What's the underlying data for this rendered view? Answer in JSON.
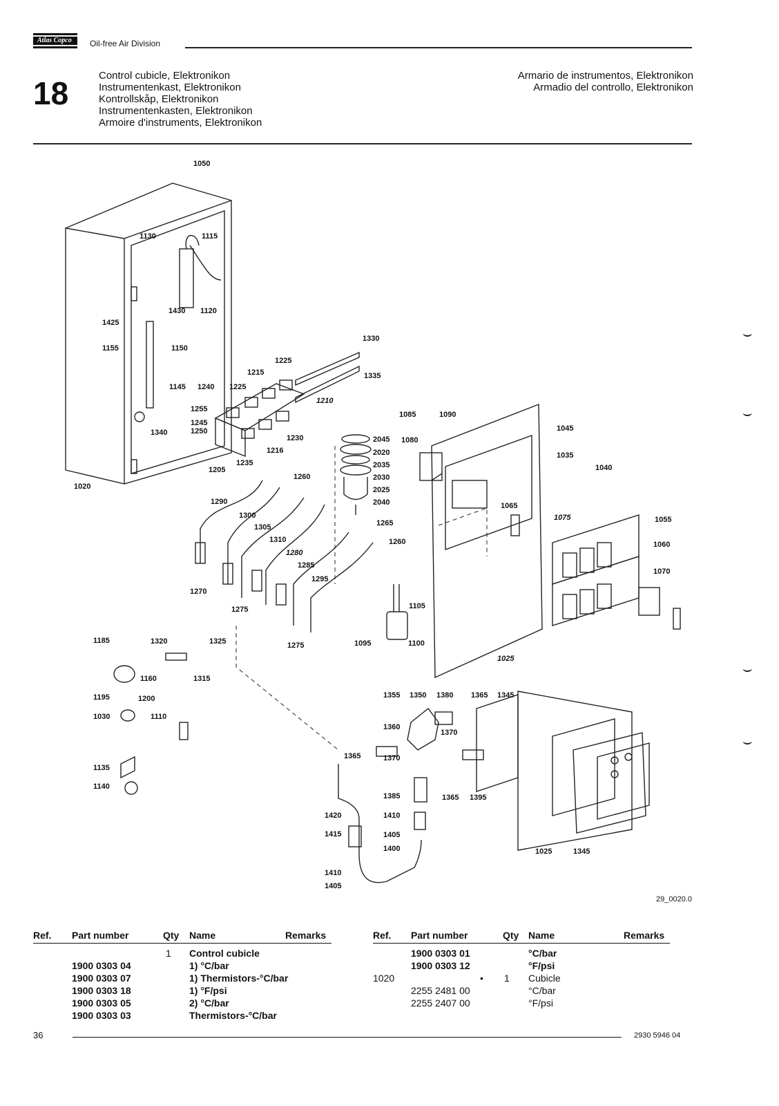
{
  "header": {
    "logo_text": "Atlas Copco",
    "division": "Oil-free Air Division",
    "chapter": "18",
    "titles_left": [
      "Control cubicle, Elektronikon",
      "Instrumentenkast, Elektronikon",
      "Kontrollskåp, Elektronikon",
      "Instrumentenkasten, Elektronikon",
      "Armoire d'instruments, Elektronikon"
    ],
    "titles_right": [
      "Armario de instrumentos, Elektronikon",
      "Armadio del controllo, Elektronikon"
    ]
  },
  "figure": {
    "reference": "29_0020.0",
    "callouts": [
      "1050",
      "1130",
      "1115",
      "1430",
      "1120",
      "1425",
      "1155",
      "1150",
      "1145",
      "1240",
      "1225",
      "1215",
      "1225",
      "1255",
      "1245",
      "1250",
      "1230",
      "1216",
      "1235",
      "1205",
      "1340",
      "1020",
      "1330",
      "1335",
      "1210",
      "1085",
      "1090",
      "1080",
      "2045",
      "2020",
      "2035",
      "2030",
      "2025",
      "2040",
      "1045",
      "1035",
      "1040",
      "1065",
      "1075",
      "1055",
      "1060",
      "1070",
      "1260",
      "1290",
      "1300",
      "1305",
      "1310",
      "1280",
      "1285",
      "1295",
      "1265",
      "1260",
      "1270",
      "1275",
      "1275",
      "1105",
      "1095",
      "1100",
      "1025",
      "1185",
      "1320",
      "1325",
      "1315",
      "1160",
      "1195",
      "1200",
      "1030",
      "1110",
      "1135",
      "1140",
      "1355",
      "1350",
      "1380",
      "1365",
      "1345",
      "1360",
      "1370",
      "1370",
      "1365",
      "1385",
      "1365",
      "1395",
      "1420",
      "1410",
      "1415",
      "1405",
      "1400",
      "1410",
      "1405",
      "1025",
      "1345"
    ]
  },
  "table_left": {
    "headers": {
      "ref": "Ref.",
      "part": "Part number",
      "qty": "Qty",
      "name": "Name",
      "remarks": "Remarks"
    },
    "rows": [
      {
        "ref": "",
        "part": "",
        "qty": "1",
        "name": "Control cubicle"
      },
      {
        "ref": "",
        "part": "1900 0303 04",
        "qty": "",
        "name": "1) °C/bar"
      },
      {
        "ref": "",
        "part": "1900 0303 07",
        "qty": "",
        "name": "1) Thermistors-°C/bar"
      },
      {
        "ref": "",
        "part": "1900 0303 18",
        "qty": "",
        "name": "1) °F/psi"
      },
      {
        "ref": "",
        "part": "1900 0303 05",
        "qty": "",
        "name": "2) °C/bar"
      },
      {
        "ref": "",
        "part": "1900 0303 03",
        "qty": "",
        "name": "Thermistors-°C/bar"
      }
    ]
  },
  "table_right": {
    "headers": {
      "ref": "Ref.",
      "part": "Part number",
      "qty": "Qty",
      "name": "Name",
      "remarks": "Remarks"
    },
    "rows": [
      {
        "ref": "",
        "part": "1900 0303 01",
        "mark": "",
        "qty": "",
        "name": "°C/bar"
      },
      {
        "ref": "",
        "part": "1900 0303 12",
        "mark": "",
        "qty": "",
        "name": "°F/psi"
      },
      {
        "ref": "1020",
        "part": "",
        "mark": "•",
        "qty": "1",
        "name": "Cubicle"
      },
      {
        "ref": "",
        "part": "2255 2481 00",
        "mark": "",
        "qty": "",
        "name": "°C/bar"
      },
      {
        "ref": "",
        "part": "2255 2407 00",
        "mark": "",
        "qty": "",
        "name": "°F/psi"
      }
    ]
  },
  "footer": {
    "page_number": "36",
    "doc_number": "2930  5946 04"
  }
}
